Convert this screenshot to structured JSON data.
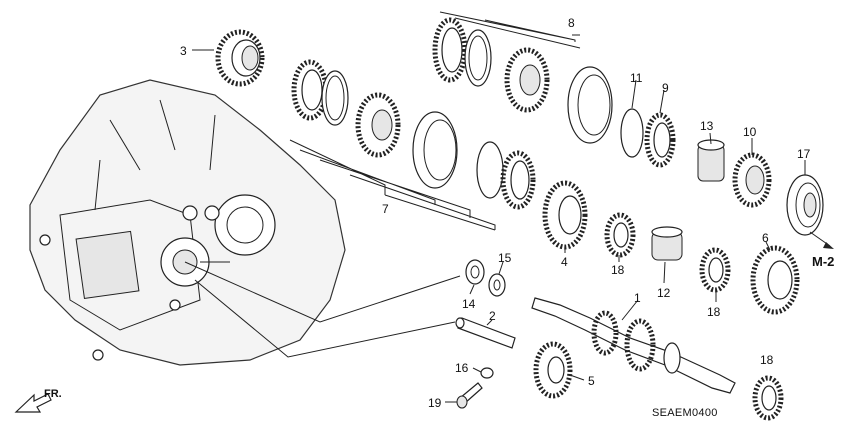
{
  "diagram": {
    "code": "SEAEM0400",
    "ref": "M-2",
    "direction": "FR.",
    "labels": {
      "p1": "1",
      "p2": "2",
      "p3": "3",
      "p4": "4",
      "p5": "5",
      "p6": "6",
      "p7": "7",
      "p8": "8",
      "p9": "9",
      "p10": "10",
      "p11": "11",
      "p12": "12",
      "p13": "13",
      "p14": "14",
      "p15": "15",
      "p16": "16",
      "p17": "17",
      "p18a": "18",
      "p18b": "18",
      "p18c": "18",
      "p19": "19"
    }
  }
}
